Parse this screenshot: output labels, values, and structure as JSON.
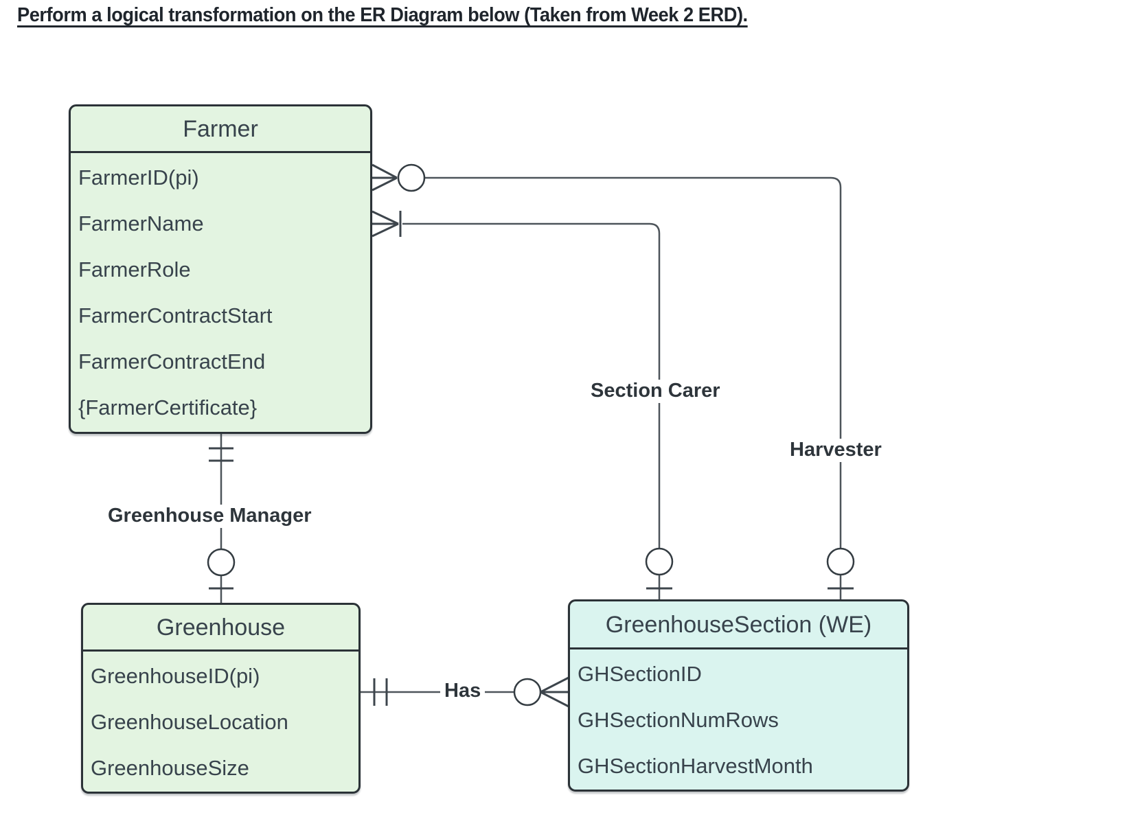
{
  "page": {
    "title": "Perform a logical transformation on the ER Diagram below (Taken from Week 2 ERD)."
  },
  "colors": {
    "entity_green": "#e3f4e1",
    "entity_cyan": "#daf4ef",
    "border": "#2b3237",
    "line": "#4d545a",
    "text": "#38434c"
  },
  "entities": [
    {
      "id": "farmer",
      "title": "Farmer",
      "attributes": [
        "FarmerID(pi)",
        "FarmerName",
        "FarmerRole",
        "FarmerContractStart",
        "FarmerContractEnd",
        "{FarmerCertificate}"
      ]
    },
    {
      "id": "greenhouse",
      "title": "Greenhouse",
      "attributes": [
        "GreenhouseID(pi)",
        "GreenhouseLocation",
        "GreenhouseSize"
      ]
    },
    {
      "id": "greenhouse-section",
      "title": "GreenhouseSection (WE)",
      "attributes": [
        "GHSectionID",
        "GHSectionNumRows",
        "GHSectionHarvestMonth"
      ]
    }
  ],
  "relationships": [
    {
      "name": "Greenhouse Manager",
      "from": "Farmer",
      "to": "Greenhouse",
      "from_cardinality": "one-and-only-one",
      "to_cardinality": "zero-or-one"
    },
    {
      "name": "Section Carer",
      "from": "Farmer",
      "to": "GreenhouseSection (WE)",
      "from_cardinality": "one-or-many",
      "to_cardinality": "zero-or-one"
    },
    {
      "name": "Harvester",
      "from": "Farmer",
      "to": "GreenhouseSection (WE)",
      "from_cardinality": "zero-or-many",
      "to_cardinality": "zero-or-one"
    },
    {
      "name": "Has",
      "from": "Greenhouse",
      "to": "GreenhouseSection (WE)",
      "from_cardinality": "one-and-only-one",
      "to_cardinality": "zero-or-many"
    }
  ]
}
